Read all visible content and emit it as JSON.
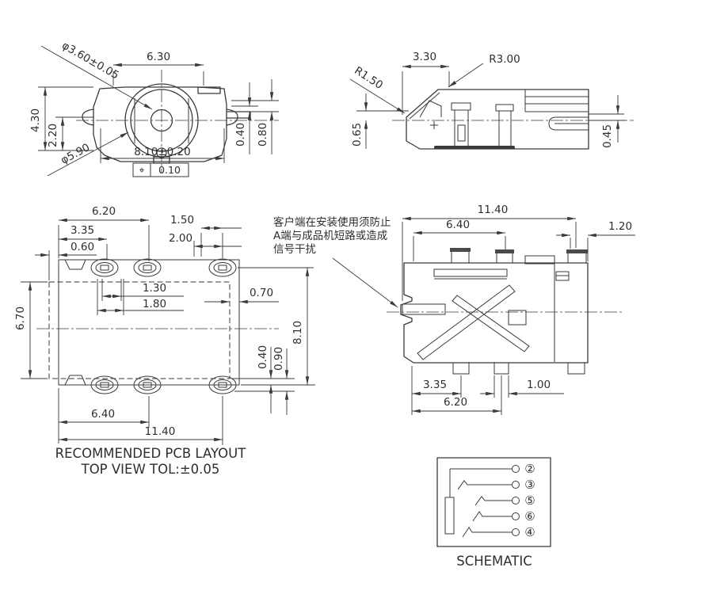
{
  "page": {
    "background": "#ffffff",
    "line_color": "#3a3a3a"
  },
  "front_view": {
    "dia_hole": "φ3.60±0.05",
    "width_top": "6.30",
    "height": "4.30",
    "height_inner": "2.20",
    "dia_barrel": "φ5.90",
    "width_overall": "8.10±0.20",
    "gdt_symbol": "⌖",
    "gdt_value": "0.10",
    "pin_dim_a": "0.40",
    "pin_dim_b": "0.80"
  },
  "side_view": {
    "width_top": "3.30",
    "radius_outer": "R3.00",
    "radius_inner": "R1.50",
    "height_left": "0.65",
    "height_right": "0.45"
  },
  "pcb_view": {
    "d620": "6.20",
    "d335": "3.35",
    "d060": "0.60",
    "d150": "1.50",
    "d200": "2.00",
    "d130": "1.30",
    "d180": "1.80",
    "d070": "0.70",
    "d670": "6.70",
    "d040": "0.40",
    "d090": "0.90",
    "d810": "8.10",
    "d640": "6.40",
    "d1140": "11.40",
    "caption_line1": "RECOMMENDED PCB LAYOUT",
    "caption_line2": "TOP VIEW TOL:±0.05"
  },
  "section_view": {
    "d1140": "11.40",
    "d640": "6.40",
    "d120": "1.20",
    "d335": "3.35",
    "d620": "6.20",
    "d100": "1.00",
    "note_line1": "客户端在安装使用须防止",
    "note_line2": "A端与成品机短路或造成",
    "note_line3": "信号干扰"
  },
  "schematic": {
    "caption": "SCHEMATIC",
    "pins": [
      "②",
      "③",
      "⑤",
      "⑥",
      "④"
    ]
  }
}
